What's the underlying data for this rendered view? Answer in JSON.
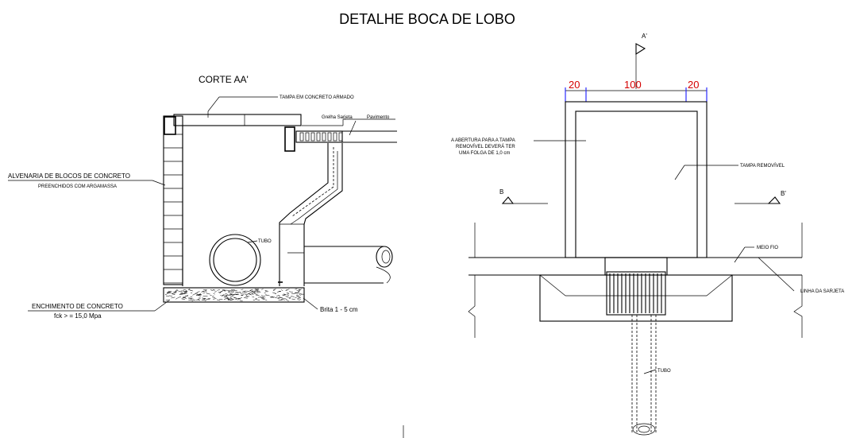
{
  "title": "DETALHE BOCA DE LOBO",
  "section_aa": {
    "heading": "CORTE AA'",
    "labels": {
      "tampa": "TAMPA EM CONCRETO ARMADO",
      "grelha": "Grelha Sarjeta",
      "pavimento": "Pavimento",
      "alvenaria_1": "ALVENARIA DE BLOCOS DE CONCRETO",
      "alvenaria_2": "PREENCHIDOS COM ARGAMASSA",
      "tubo": "TUBO",
      "enchimento": "ENCHIMENTO DE CONCRETO",
      "fck": "fck > = 15,0 Mpa",
      "brita": "Brita 1 - 5 cm"
    }
  },
  "plan_view": {
    "marker_top": "A'",
    "marker_left": "B",
    "marker_right": "B'",
    "dimensions": [
      "20",
      "100",
      "20"
    ],
    "note_1": "A ABERTURA PARA A TAMPA",
    "note_2": "REMOVÍVEL DEVERÁ TER",
    "note_3": "UMA FOLGA DE 1,0 cm",
    "tampa_removivel": "TAMPA REMOVÍVEL",
    "meio_fio": "MEIO FIO",
    "linha_sarjeta": "LINHA DA SARJETA",
    "tubo": "TUBO"
  },
  "colors": {
    "line": "#000000",
    "dimension": "#d40000",
    "dimension_tick": "#2a2aff"
  }
}
